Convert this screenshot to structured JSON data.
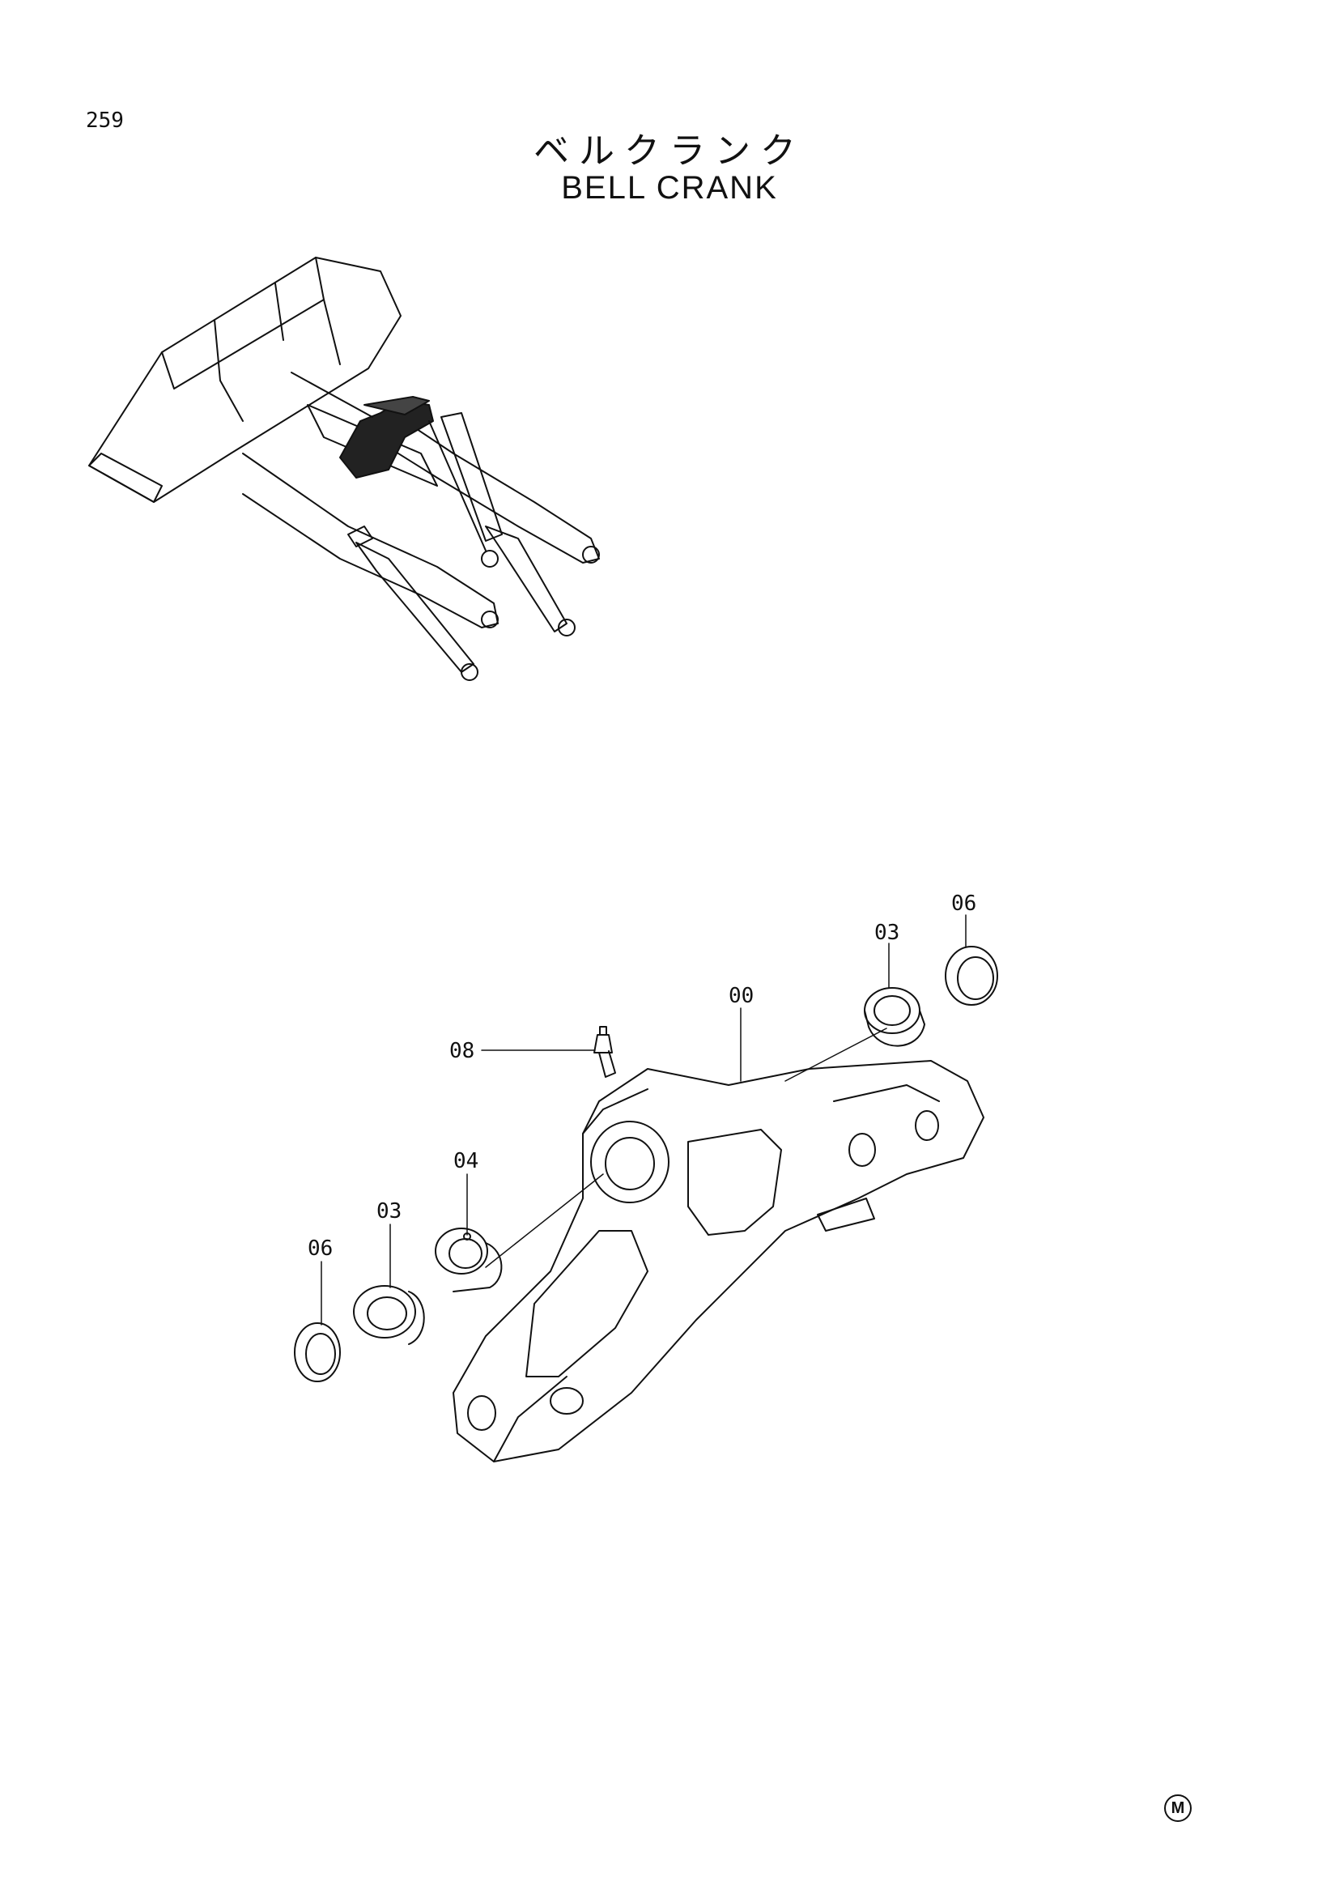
{
  "page": {
    "number": "259"
  },
  "title": {
    "japanese": "ベルクランク",
    "english": "BELL CRANK"
  },
  "callouts": [
    {
      "id": "c06a",
      "label": "06"
    },
    {
      "id": "c03a",
      "label": "03"
    },
    {
      "id": "c00",
      "label": "00"
    },
    {
      "id": "c08",
      "label": "08"
    },
    {
      "id": "c04",
      "label": "04"
    },
    {
      "id": "c03b",
      "label": "03"
    },
    {
      "id": "c06b",
      "label": "06"
    }
  ],
  "corner_mark": "M"
}
